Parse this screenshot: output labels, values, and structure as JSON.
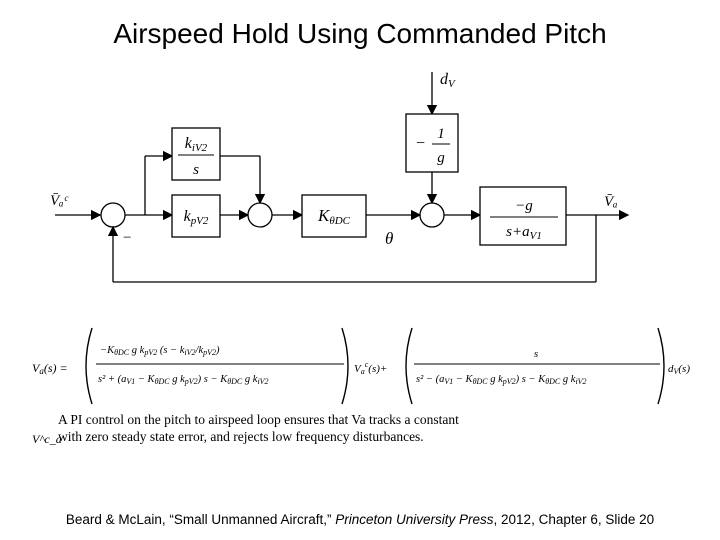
{
  "title": "Airspeed Hold Using Commanded Pitch",
  "diagram": {
    "input_label": "V̄ᵃᶜ",
    "output_label": "V̄ₐ",
    "disturbance_label": "dV",
    "minus_sign": "−",
    "theta_label": "θ",
    "blocks": {
      "integral": {
        "num": "kiV2",
        "den": "s"
      },
      "proportional": "kpV2",
      "pitch_gain": "KθDC",
      "disturbance_gain": {
        "sign": "−",
        "num": "1",
        "den": "g"
      },
      "plant": {
        "num": "−g",
        "den": "s+aV1"
      }
    }
  },
  "equation": {
    "lhs": "Va(s) =",
    "term1_num": "−KθDC g kpV2 (s − kiV2/kpV2)",
    "term1_den": "s² + (aV1 − KθDC g kpV2) s − KθDC g kiV2",
    "term1_var": "V^c_a(s)",
    "plus": "+",
    "term2_num": "s",
    "term2_den": "s² − (aV1 − KθDC g kpV2) s − KθDC g kiV2",
    "term2_var": "dV(s)"
  },
  "caption": {
    "line1": "A PI control on the pitch to airspeed loop ensures that Va tracks a constant",
    "line2": "with zero steady state error, and rejects low frequency disturbances.",
    "symbol": "V^c_a"
  },
  "footer": {
    "authors": "Beard & McLain, “Small Unmanned Aircraft,”",
    "publisher": "Princeton University Press",
    "rest": ", 2012,   Chapter 6, Slide 20"
  }
}
